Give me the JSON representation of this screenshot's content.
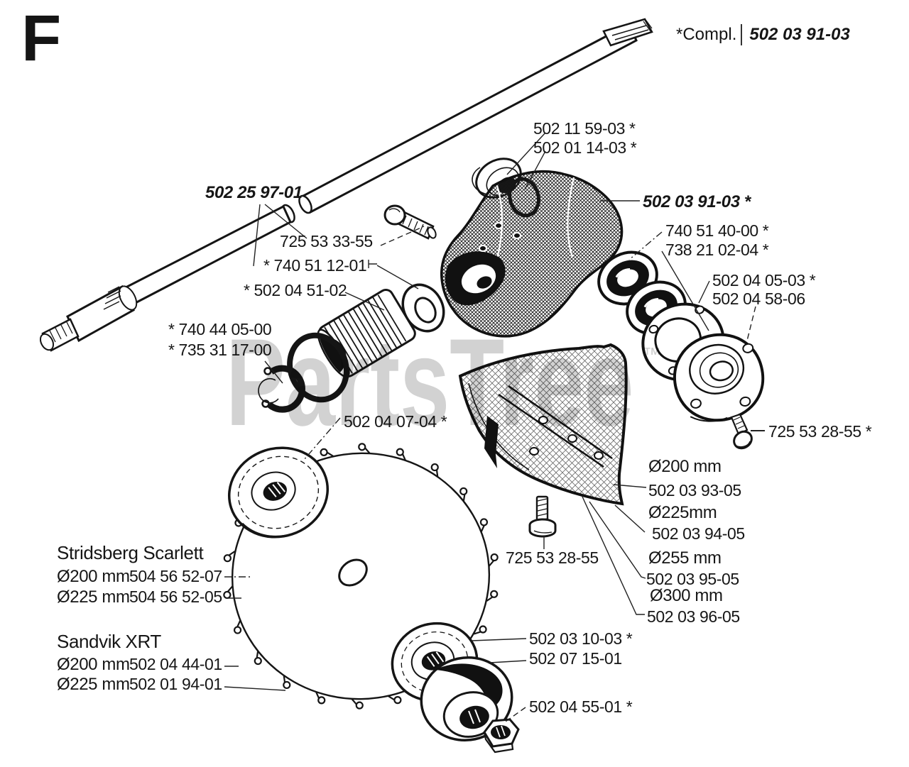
{
  "header": {
    "figure_letter": "F",
    "compl_label": "*Compl.",
    "compl_part": "502 03 91-03"
  },
  "watermark": {
    "text": "PartsTree",
    "tm": "™"
  },
  "callouts": {
    "shaft": "502 25 97-01",
    "shaft_bolt": "725 53 33-55",
    "clutch_washer": "* 740 51 12-01",
    "coupler": "* 502 04 51-02",
    "cap": "502 11 59-03 *",
    "small_oring": "502 01 14-03 *",
    "gear_housing": "502 03 91-03 *",
    "bearing_upper": "740 51 40-00 *",
    "bearing_lower": "738 21 02-04 *",
    "flange_plate": "502 04 05-03 *",
    "flange_housing": "502 04 58-06",
    "flange_bolt": "725 53 28-55 *",
    "large_oring": "* 740 44 05-00",
    "circlip": "* 735 31 17-00",
    "support_cup_upper": "502 04 07-04 *",
    "shield_bolt": "725 53 28-55",
    "drive_disc": "502 03 10-03 *",
    "support_cup_lower": "502 07 15-01",
    "blade_nut": "502 04 55-01 *"
  },
  "shield_options": [
    {
      "diameter": "Ø200 mm",
      "part": "502 03 93-05"
    },
    {
      "diameter": "Ø225mm",
      "part": "502 03 94-05"
    },
    {
      "diameter": "Ø255 mm",
      "part": "502 03 95-05"
    },
    {
      "diameter": "Ø300 mm",
      "part": "502 03 96-05"
    }
  ],
  "blade_options": [
    {
      "brand": "Stridsberg Scarlett",
      "rows": [
        {
          "diameter": "Ø200 mm",
          "part": "504 56 52-07"
        },
        {
          "diameter": "Ø225 mm",
          "part": "504 56 52-05"
        }
      ]
    },
    {
      "brand": "Sandvik XRT",
      "rows": [
        {
          "diameter": "Ø200 mm",
          "part": "502 04 44-01"
        },
        {
          "diameter": "Ø225 mm",
          "part": "502 01 94-01"
        }
      ]
    }
  ]
}
